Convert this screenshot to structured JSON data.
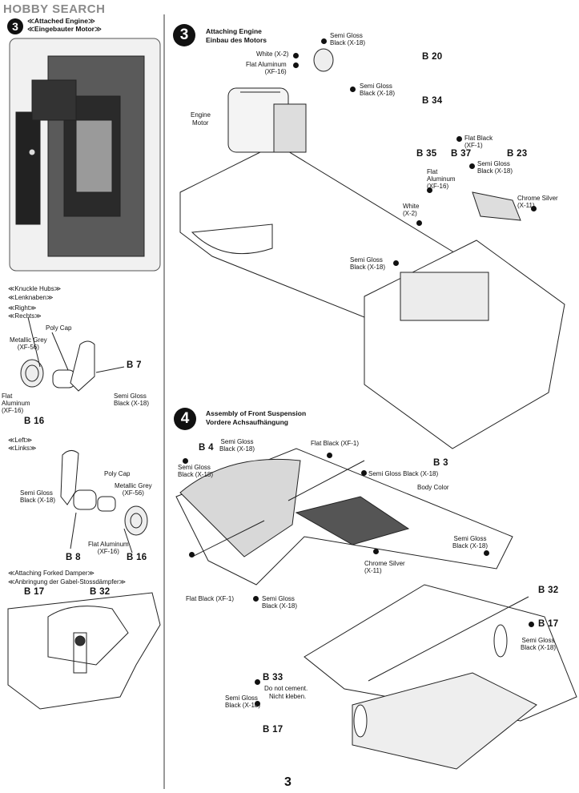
{
  "watermark": "HOBBY SEARCH",
  "page_number": "3",
  "left": {
    "attached": {
      "step": "3",
      "title_en": "≪Attached Engine≫",
      "title_de": "≪Eingebauter Motor≫"
    },
    "knuckle": {
      "title_en": "≪Knuckle Hubs≫",
      "title_de": "≪Lenknaben≫"
    },
    "right": {
      "label_en": "≪Right≫",
      "label_de": "≪Rechts≫",
      "poly_cap": "Poly Cap",
      "metallic_grey": "Metallic Grey\n(XF-56)",
      "flat_aluminum": "Flat\nAluminum\n(XF-16)",
      "semi_gloss": "Semi Gloss\nBlack (X-18)",
      "part_b7": "B 7",
      "part_b16": "B 16"
    },
    "left_side": {
      "label_en": "≪Left≫",
      "label_de": "≪Links≫",
      "poly_cap": "Poly Cap",
      "semi_gloss": "Semi Gloss\nBlack (X-18)",
      "metallic_grey": "Metallic Grey\n(XF-56)",
      "flat_aluminum": "Flat Aluminum\n(XF-16)",
      "part_b8": "B 8",
      "part_b16": "B 16"
    },
    "damper": {
      "title_en": "≪Attaching Forked Damper≫",
      "title_de": "≪Anbringung der Gabel-Stossdämpfer≫",
      "part_b17": "B 17",
      "part_b32": "B 32"
    }
  },
  "step3": {
    "number": "3",
    "title_en": "Attaching Engine",
    "title_de": "Einbau des Motors",
    "engine_en": "Engine",
    "engine_de": "Motor",
    "labels": {
      "sg_top": "Semi Gloss\nBlack (X-18)",
      "white": "White (X-2)",
      "flat_alu": "Flat Aluminum\n(XF-16)",
      "sg_mid": "Semi Gloss\nBlack (X-18)",
      "flat_black": "Flat Black\n(XF-1)",
      "sg_b23": "Semi Gloss\nBlack (X-18)",
      "flat_alu2": "Flat\nAluminum\n(XF-16)",
      "white2": "White\n(X-2)",
      "chrome": "Chrome Silver\n(X-11)",
      "sg_low": "Semi Gloss\nBlack (X-18)"
    },
    "parts": {
      "b20": "B 20",
      "b34": "B 34",
      "b35": "B 35",
      "b37": "B 37",
      "b23": "B 23"
    }
  },
  "step4": {
    "number": "4",
    "title_en": "Assembly of Front Suspension",
    "title_de": "Vordere Achsaufhängung",
    "labels": {
      "sg_b4": "Semi Gloss\nBlack (X-18)",
      "sg_left": "Semi Gloss\nBlack (X-18)",
      "flat_black_top": "Flat Black (XF-1)",
      "sg_b3": "Semi Gloss Black (X-18)",
      "body_color": "Body Color",
      "chrome": "Chrome Silver\n(X-11)",
      "flat_black_bot": "Flat Black (XF-1)",
      "sg_bot": "Semi Gloss\nBlack (X-18)",
      "sg_right_top": "Semi Gloss\nBlack (X-18)",
      "sg_b17": "Semi Gloss\nBlack (X-18)",
      "sg_b33": "Semi Gloss\nBlack (X-18)",
      "no_cement_en": "Do not cement.",
      "no_cement_de": "Nicht kleben."
    },
    "parts": {
      "b4": "B 4",
      "b3": "B 3",
      "b32": "B 32",
      "b17r": "B 17",
      "b33": "B 33",
      "b17b": "B 17"
    }
  }
}
